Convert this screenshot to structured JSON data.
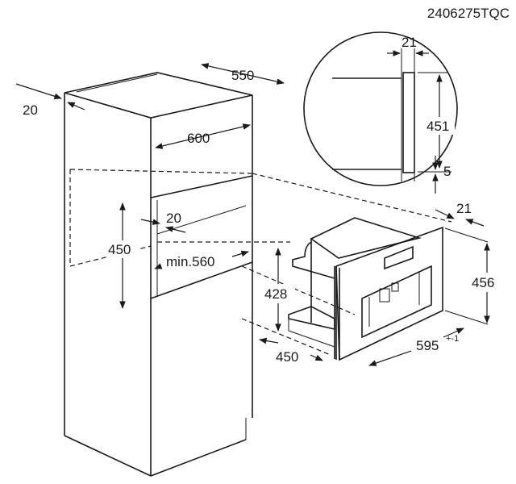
{
  "code": "2406275TQC",
  "dimensions": {
    "cabinet_side": "20",
    "cabinet_depth": "550",
    "cabinet_width": "600",
    "niche_gap": "20",
    "niche_height": "450",
    "niche_min_width": "min.560",
    "detail_gap": "21",
    "detail_height": "451",
    "detail_bottom": "5",
    "appliance_frame": "21",
    "appliance_body_height": "428",
    "appliance_front_height": "456",
    "appliance_depth": "450",
    "appliance_width": "595",
    "appliance_width_tolerance": "+-1"
  }
}
